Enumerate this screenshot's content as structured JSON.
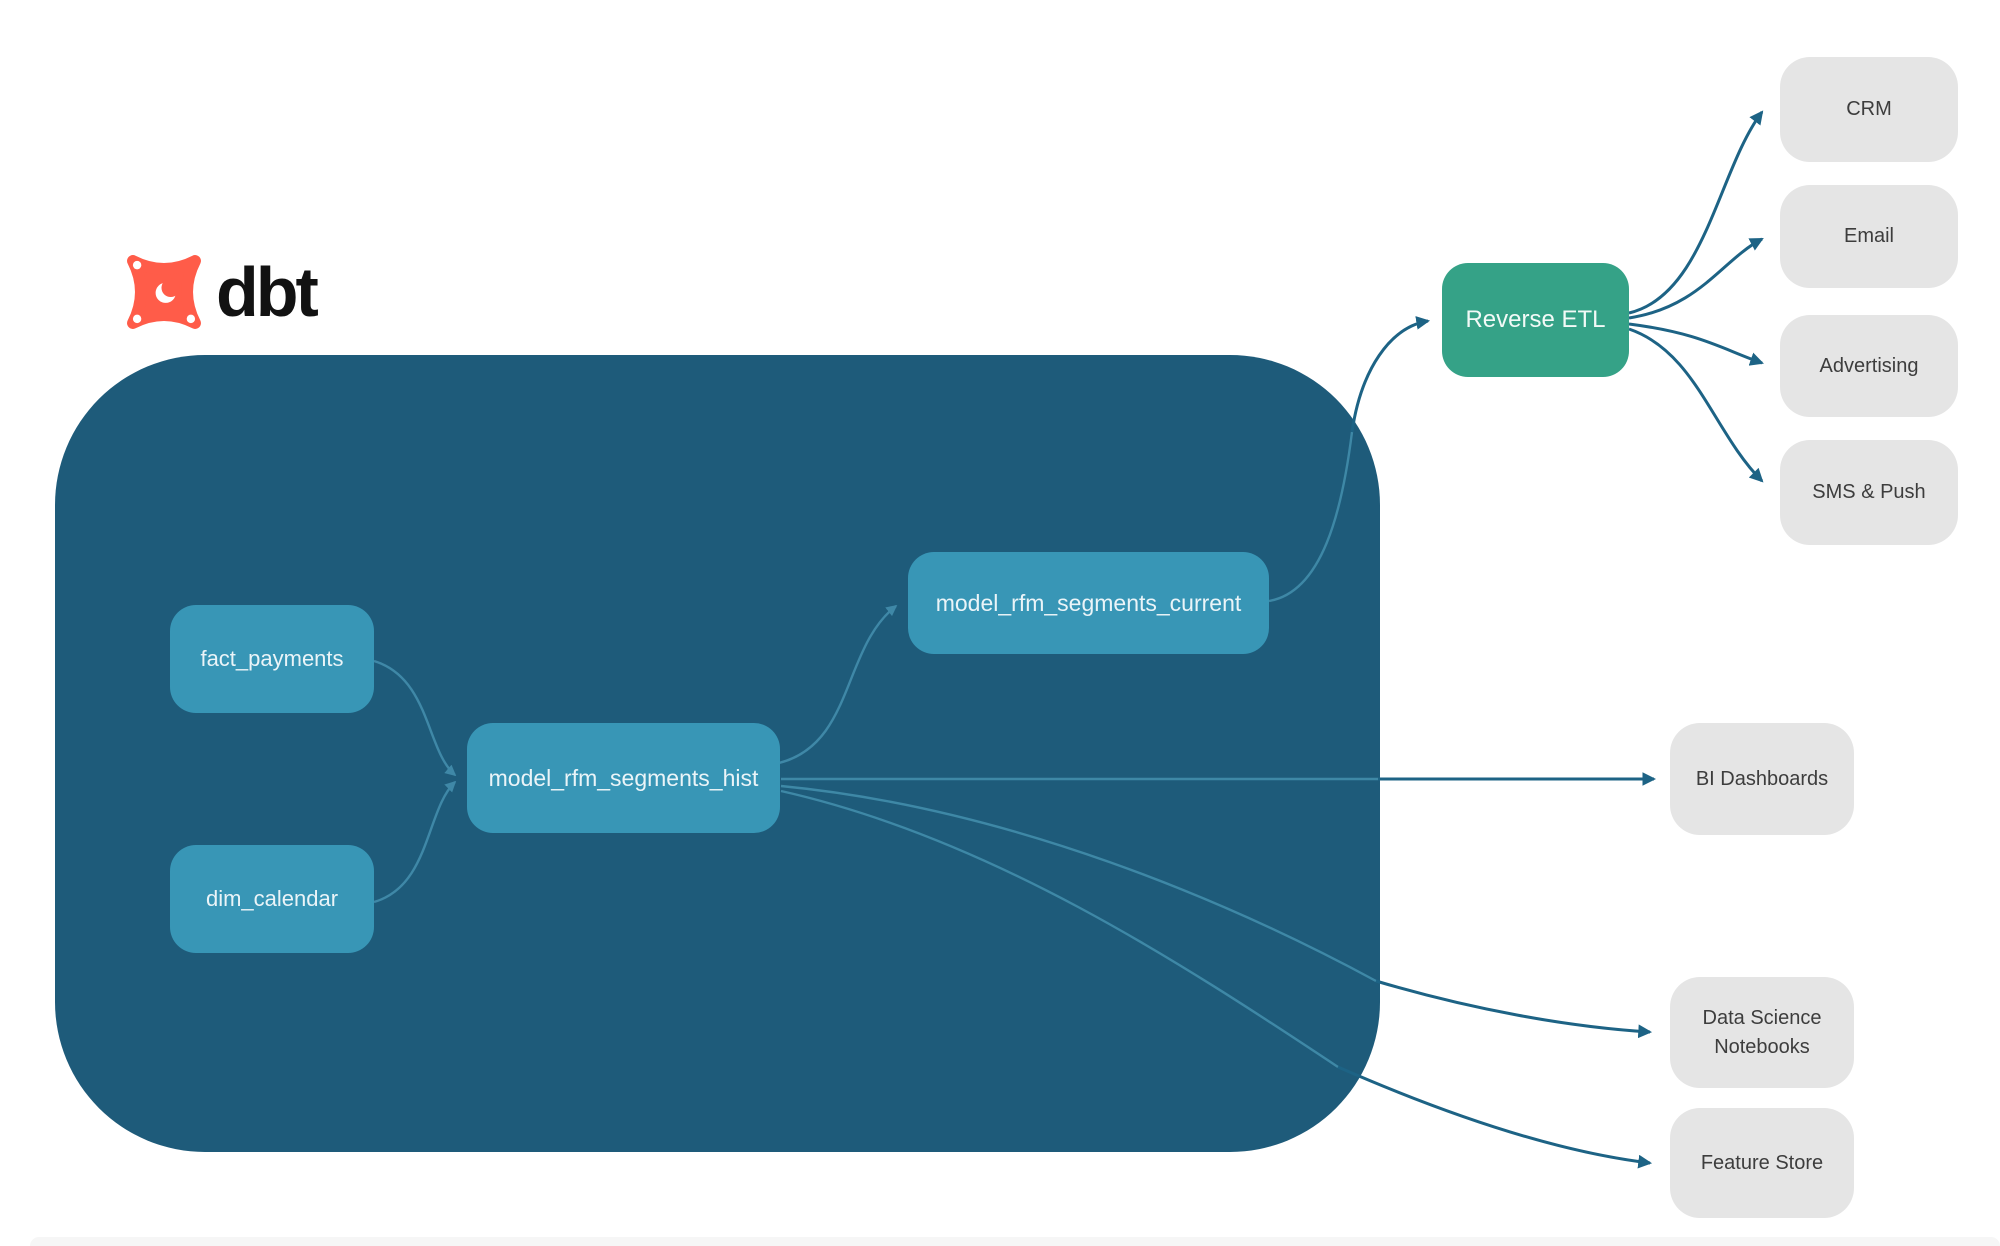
{
  "logo": {
    "brand": "dbt"
  },
  "pipeline": {
    "nodes": {
      "fact_payments": "fact_payments",
      "dim_calendar": "dim_calendar",
      "hist": "model_rfm_segments_hist",
      "current": "model_rfm_segments_current"
    },
    "reverse_etl": "Reverse ETL",
    "activation_targets": [
      "CRM",
      "Email",
      "Advertising",
      "SMS & Push"
    ],
    "analytics_targets": [
      "BI Dashboards",
      "Data Science Notebooks",
      "Feature Store"
    ]
  },
  "colors": {
    "warehouse_bg": "#1e5b7a",
    "model_node": "#3896b6",
    "reverse_etl_node": "#35a287",
    "target_node": "#e5e5e5",
    "edge_inside": "#4a97b6",
    "edge_outside": "#1d6385",
    "logo_orange": "#ff5c49",
    "logo_text": "#121212"
  }
}
